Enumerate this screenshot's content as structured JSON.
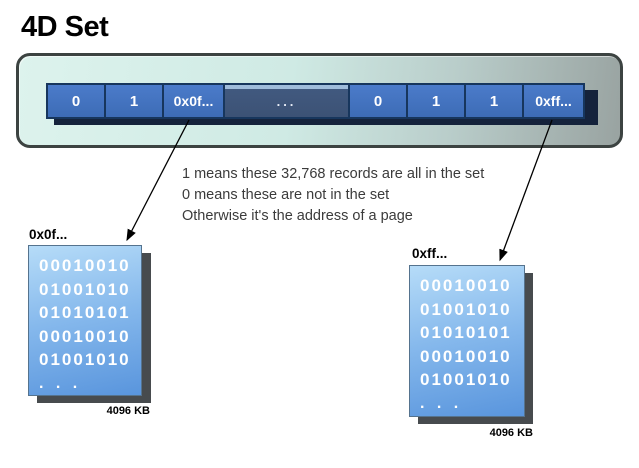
{
  "title": "4D Set",
  "bar": {
    "cells": [
      {
        "label": "0"
      },
      {
        "label": "1"
      },
      {
        "label": "0x0f..."
      },
      {
        "label": "..."
      },
      {
        "label": "0"
      },
      {
        "label": "1"
      },
      {
        "label": "1"
      },
      {
        "label": "0xff..."
      }
    ]
  },
  "legend": {
    "line1": "1 means these 32,768 records are all in the set",
    "line2": "0 means these are not in the set",
    "line3": "Otherwise it's the address of a page"
  },
  "left_page": {
    "label": "0x0f...",
    "rows": [
      "00010010",
      "01001010",
      "01010101",
      "00010010",
      "01001010",
      ". . ."
    ],
    "size": "4096 KB"
  },
  "right_page": {
    "label": "0xff...",
    "rows": [
      "00010010",
      "01001010",
      "01010101",
      "00010010",
      "01001010",
      ". . ."
    ],
    "size": "4096 KB"
  },
  "colors": {
    "cell_fill": "#4273c0",
    "cell_border": "#17365d",
    "ellipsis_fill": "#3c5275",
    "ellipsis_highlight": "#9fbcdb",
    "row_shadow": "#15233c",
    "panel_light": "#ddf3ed",
    "panel_dark": "#99a3a1",
    "page_top": "#b6dcf8",
    "page_bottom": "#5995dd",
    "page_shadow": "#474b4e"
  }
}
